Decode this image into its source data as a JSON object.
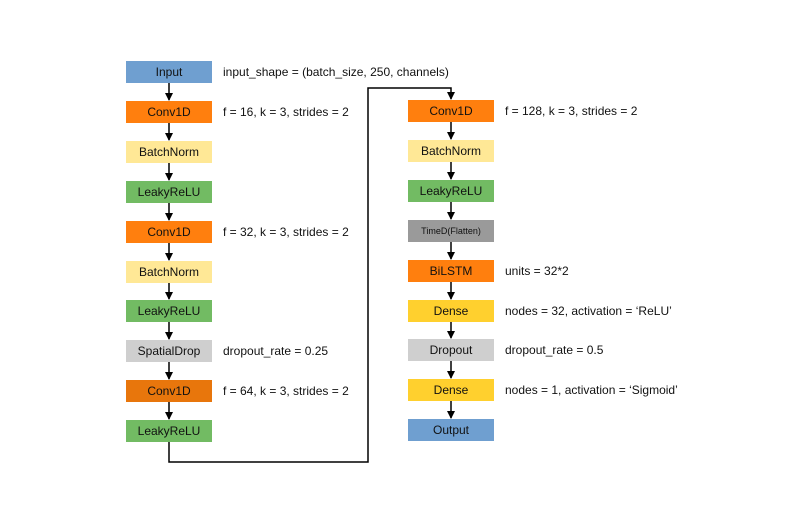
{
  "colors": {
    "input": "#6f9fd0",
    "conv": "#ff7f0e",
    "conv_dark": "#e8760c",
    "batchnorm": "#ffe896",
    "leakyrelu": "#72bb63",
    "dropout": "#cfcfcf",
    "timed": "#9a9a9a",
    "dense": "#ffd02e",
    "output": "#6f9fd0",
    "line": "#000000"
  },
  "left_column": [
    {
      "label": "Input",
      "color_key": "input",
      "note": "input_shape = (batch_size, 250, channels)"
    },
    {
      "label": "Conv1D",
      "color_key": "conv",
      "note": "f = 16, k = 3, strides = 2"
    },
    {
      "label": "BatchNorm",
      "color_key": "batchnorm",
      "note": ""
    },
    {
      "label": "LeakyReLU",
      "color_key": "leakyrelu",
      "note": ""
    },
    {
      "label": "Conv1D",
      "color_key": "conv",
      "note": "f = 32, k = 3, strides = 2"
    },
    {
      "label": "BatchNorm",
      "color_key": "batchnorm",
      "note": ""
    },
    {
      "label": "LeakyReLU",
      "color_key": "leakyrelu",
      "note": ""
    },
    {
      "label": "SpatialDrop",
      "color_key": "dropout",
      "note": "dropout_rate = 0.25"
    },
    {
      "label": "Conv1D",
      "color_key": "conv_dark",
      "note": "f = 64, k = 3, strides = 2"
    },
    {
      "label": "LeakyReLU",
      "color_key": "leakyrelu",
      "note": ""
    }
  ],
  "right_column": [
    {
      "label": "Conv1D",
      "color_key": "conv",
      "note": "f = 128, k = 3, strides = 2"
    },
    {
      "label": "BatchNorm",
      "color_key": "batchnorm",
      "note": ""
    },
    {
      "label": "LeakyReLU",
      "color_key": "leakyrelu",
      "note": ""
    },
    {
      "label": "TimeD(Flatten)",
      "color_key": "timed",
      "note": "",
      "small": true
    },
    {
      "label": "BiLSTM",
      "color_key": "conv",
      "note": "units = 32*2"
    },
    {
      "label": "Dense",
      "color_key": "dense",
      "note": "nodes = 32, activation = ‘ReLU’"
    },
    {
      "label": "Dropout",
      "color_key": "dropout",
      "note": "dropout_rate = 0.5"
    },
    {
      "label": "Dense",
      "color_key": "dense",
      "note": "nodes = 1, activation = ‘Sigmoid’"
    },
    {
      "label": "Output",
      "color_key": "output",
      "note": ""
    }
  ]
}
